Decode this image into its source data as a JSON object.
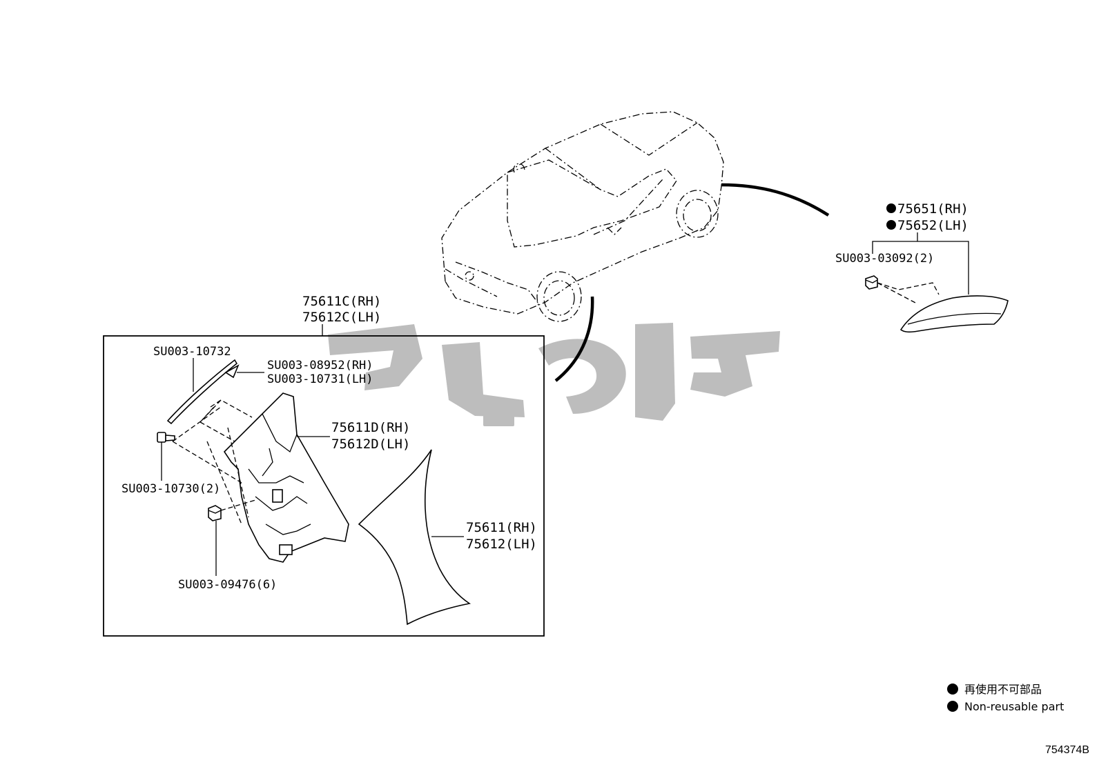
{
  "callouts": {
    "garnish_outer": {
      "rh": "75611C(RH)",
      "lh": "75612C(LH)"
    },
    "molding_strip": "SU003-10732",
    "clip_small": {
      "rh": "SU003-08952(RH)",
      "lh": "SU003-10731(LH)"
    },
    "bracket": {
      "rh": "75611D(RH)",
      "lh": "75612D(LH)"
    },
    "screw": "SU003-10730(2)",
    "clip_box": "SU003-09476(6)",
    "panel": {
      "rh": "75611(RH)",
      "lh": "75612(LH)"
    },
    "rear_garnish": {
      "rh": "75651(RH)",
      "lh": "75652(LH)"
    },
    "rear_clip": "SU003-03092(2)"
  },
  "legend": {
    "jp": "再使用不可部品",
    "en": "Non-reusable part"
  },
  "figure_id": "754374B",
  "colors": {
    "line": "#000000",
    "watermark": "#bdbdbd",
    "background": "#ffffff"
  },
  "icons": {
    "non_reusable": "filled-circle-icon"
  }
}
